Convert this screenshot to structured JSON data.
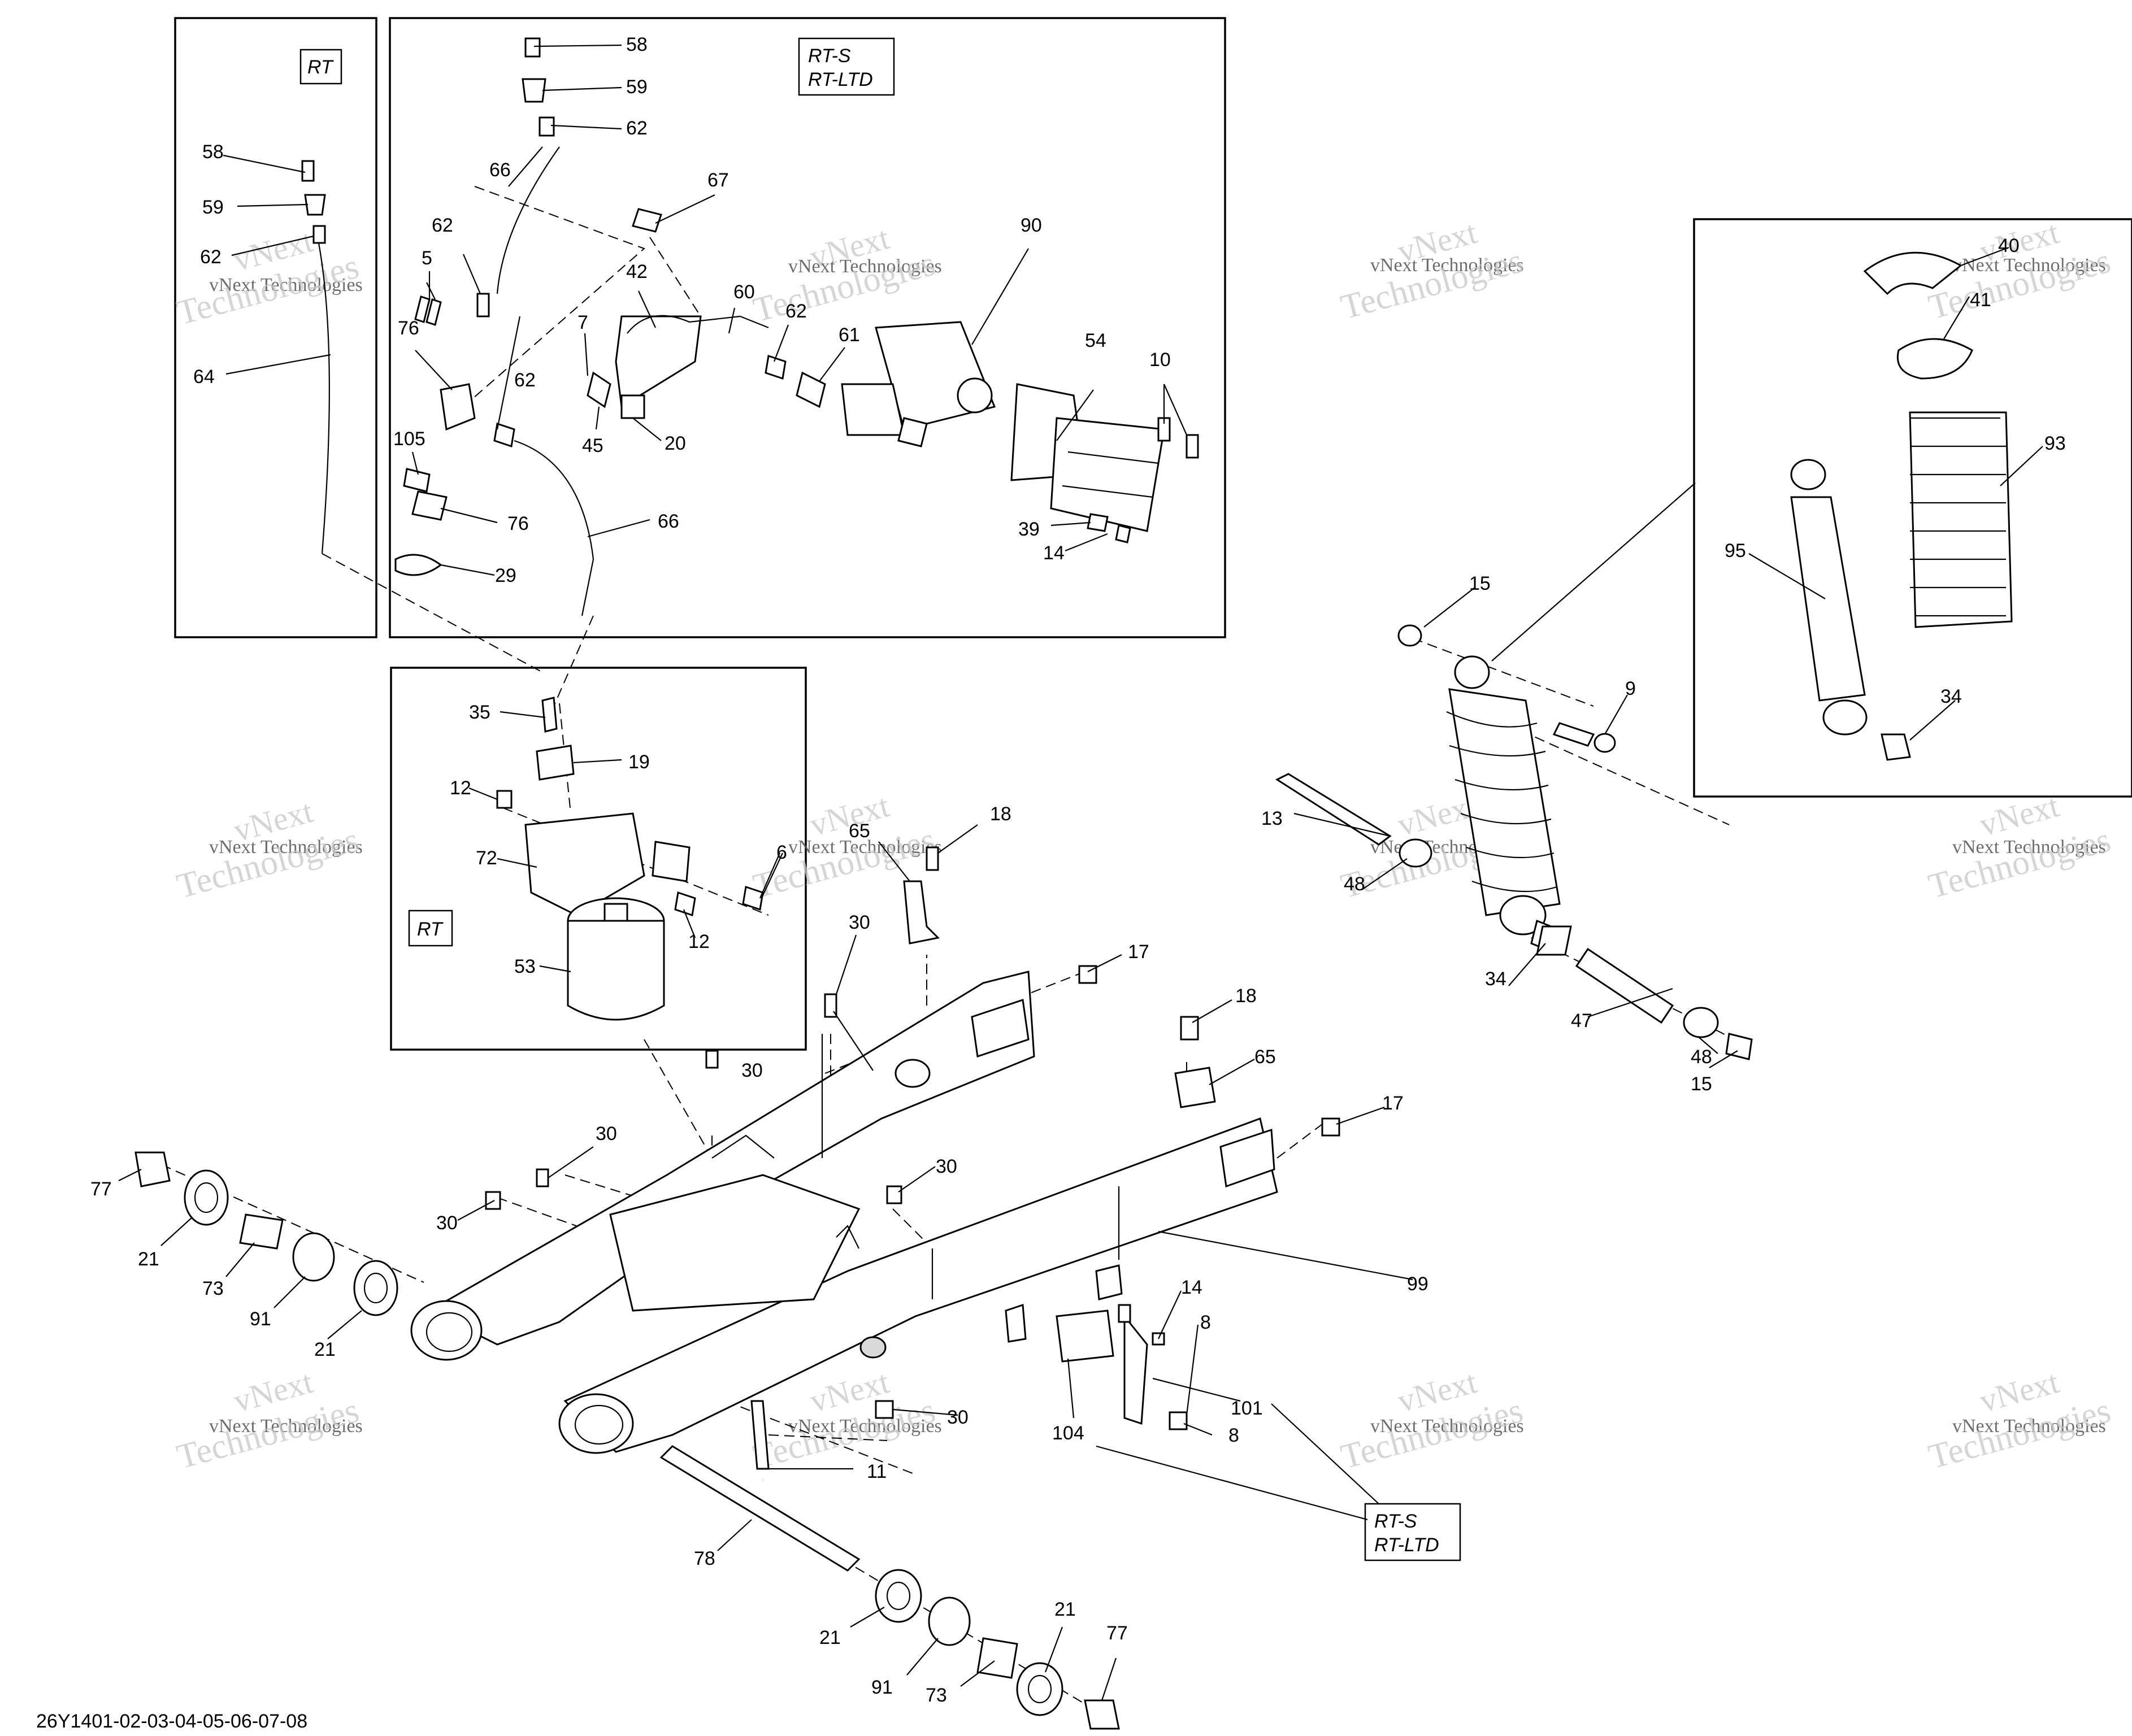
{
  "reference_code": "26Y1401-02-03-04-05-06-07-08",
  "watermark": {
    "line1": "vNext",
    "line2": "vNext Technologies",
    "line3": "Technologies"
  },
  "model_tags": {
    "rt": "RT",
    "rt_s": "RT-S",
    "rt_ltd": "RT-LTD"
  },
  "callouts": [
    "58",
    "59",
    "62",
    "64",
    "58",
    "59",
    "62",
    "66",
    "62",
    "5",
    "76",
    "105",
    "76",
    "29",
    "67",
    "42",
    "60",
    "62",
    "7",
    "45",
    "20",
    "61",
    "90",
    "54",
    "10",
    "39",
    "14",
    "62",
    "66",
    "35",
    "19",
    "12",
    "72",
    "6",
    "12",
    "53",
    "65",
    "18",
    "30",
    "17",
    "40",
    "41",
    "93",
    "95",
    "34",
    "15",
    "9",
    "13",
    "48",
    "34",
    "47",
    "48",
    "15",
    "30",
    "30",
    "30",
    "30",
    "17",
    "18",
    "65",
    "99",
    "77",
    "21",
    "73",
    "91",
    "21",
    "14",
    "8",
    "101",
    "104",
    "8",
    "30",
    "11",
    "78",
    "21",
    "91",
    "73",
    "21",
    "77"
  ],
  "colors": {
    "line": "#000000",
    "background": "#ffffff",
    "watermark": "#c8c8c8"
  }
}
